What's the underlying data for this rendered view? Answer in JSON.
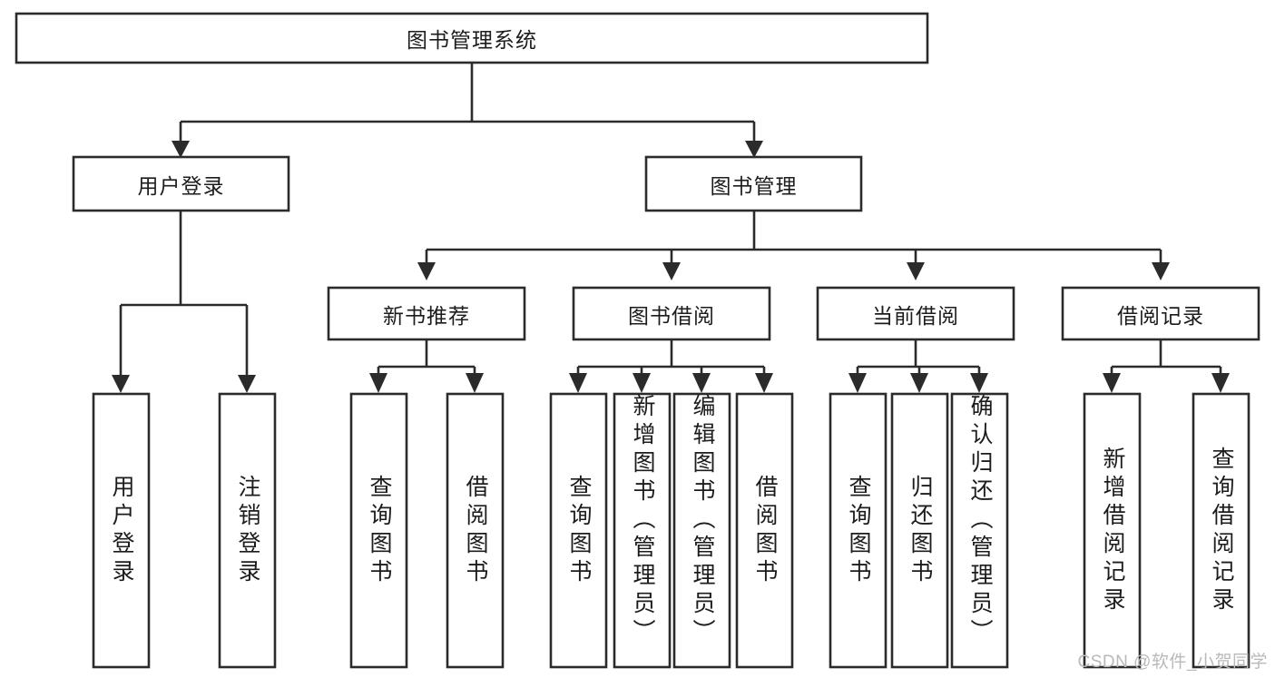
{
  "diagram": {
    "type": "tree-hierarchy-chart",
    "title": "图书管理系统",
    "watermark": "CSDN @软件_小贺同学",
    "colors": {
      "stroke": "#2b2b2b",
      "fill": "#ffffff",
      "text": "#1c1c1c",
      "watermark": "#b9b9b9"
    },
    "levels": [
      {
        "level": 1,
        "nodes": [
          {
            "id": "root",
            "label": "图书管理系统",
            "orientation": "horizontal"
          }
        ]
      },
      {
        "level": 2,
        "nodes": [
          {
            "id": "user-login",
            "label": "用户登录",
            "orientation": "horizontal",
            "parent": "root"
          },
          {
            "id": "book-manage",
            "label": "图书管理",
            "orientation": "horizontal",
            "parent": "root"
          }
        ]
      },
      {
        "level": 3,
        "nodes": [
          {
            "id": "new-book-rec",
            "label": "新书推荐",
            "orientation": "horizontal",
            "parent": "book-manage"
          },
          {
            "id": "book-borrow",
            "label": "图书借阅",
            "orientation": "horizontal",
            "parent": "book-manage"
          },
          {
            "id": "current-borrow",
            "label": "当前借阅",
            "orientation": "horizontal",
            "parent": "book-manage"
          },
          {
            "id": "borrow-record",
            "label": "借阅记录",
            "orientation": "horizontal",
            "parent": "book-manage"
          }
        ]
      },
      {
        "level": 4,
        "nodes": [
          {
            "id": "leaf-user-login",
            "label": "用户登录",
            "orientation": "vertical",
            "parent": "user-login"
          },
          {
            "id": "leaf-logout",
            "label": "注销登录",
            "orientation": "vertical",
            "parent": "user-login"
          },
          {
            "id": "leaf-query-book-1",
            "label": "查询图书",
            "orientation": "vertical",
            "parent": "new-book-rec"
          },
          {
            "id": "leaf-borrow-book-1",
            "label": "借阅图书",
            "orientation": "vertical",
            "parent": "new-book-rec"
          },
          {
            "id": "leaf-query-book-2",
            "label": "查询图书",
            "orientation": "vertical",
            "parent": "book-borrow"
          },
          {
            "id": "leaf-add-book",
            "label": "新增图书（管理员）",
            "orientation": "vertical",
            "parent": "book-borrow"
          },
          {
            "id": "leaf-edit-book",
            "label": "编辑图书（管理员）",
            "orientation": "vertical",
            "parent": "book-borrow"
          },
          {
            "id": "leaf-borrow-book-2",
            "label": "借阅图书",
            "orientation": "vertical",
            "parent": "book-borrow"
          },
          {
            "id": "leaf-query-book-3",
            "label": "查询图书",
            "orientation": "vertical",
            "parent": "current-borrow"
          },
          {
            "id": "leaf-return-book",
            "label": "归还图书",
            "orientation": "vertical",
            "parent": "current-borrow"
          },
          {
            "id": "leaf-confirm-return",
            "label": "确认归还（管理员）",
            "orientation": "vertical",
            "parent": "current-borrow"
          },
          {
            "id": "leaf-add-record",
            "label": "新增借阅记录",
            "orientation": "vertical",
            "parent": "borrow-record"
          },
          {
            "id": "leaf-query-record",
            "label": "查询借阅记录",
            "orientation": "vertical",
            "parent": "borrow-record"
          }
        ]
      }
    ]
  }
}
